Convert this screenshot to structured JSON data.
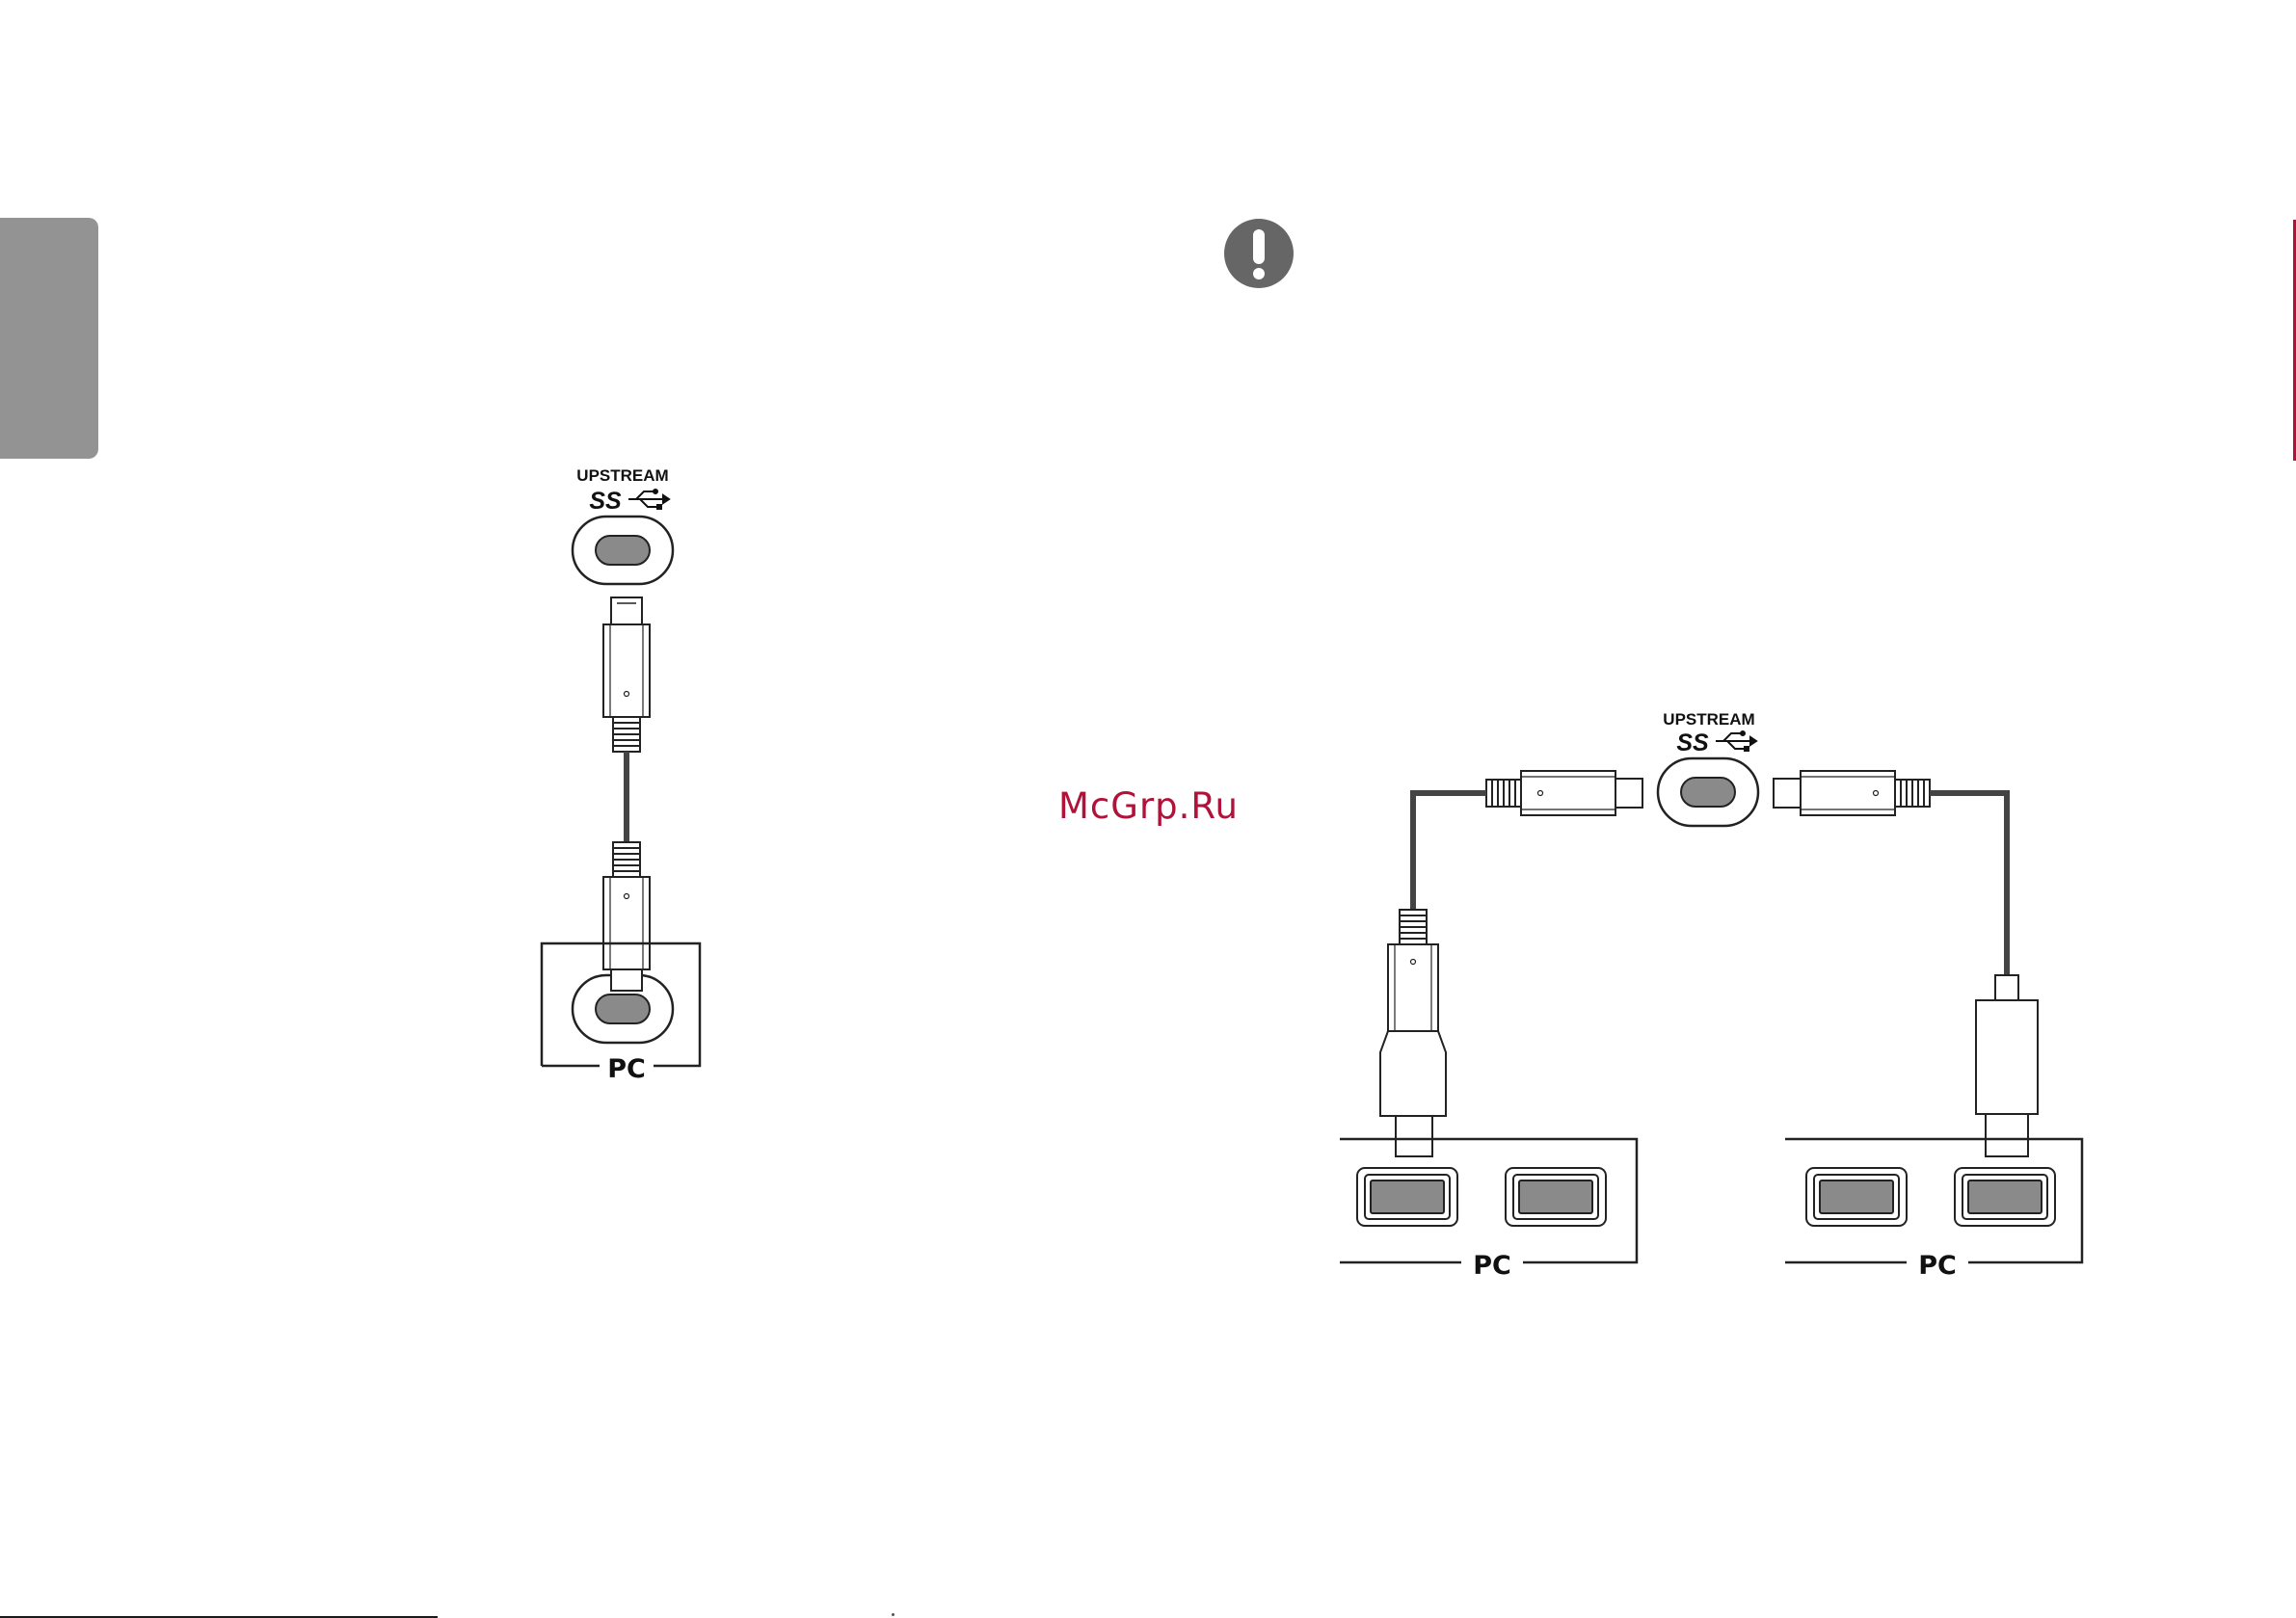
{
  "watermark": "McGrp.Ru",
  "diagram_left": {
    "port_label": "UPSTREAM",
    "ss_label": "SS",
    "pc_label": "PC"
  },
  "diagram_right": {
    "port_label": "UPSTREAM",
    "ss_label": "SS",
    "pc_label_left": "PC",
    "pc_label_right": "PC"
  },
  "colors": {
    "side_tab": "#939393",
    "accent": "#b0123a",
    "port_fill": "#8a8a8a"
  },
  "icons": [
    "caution-icon",
    "usb-icon"
  ]
}
